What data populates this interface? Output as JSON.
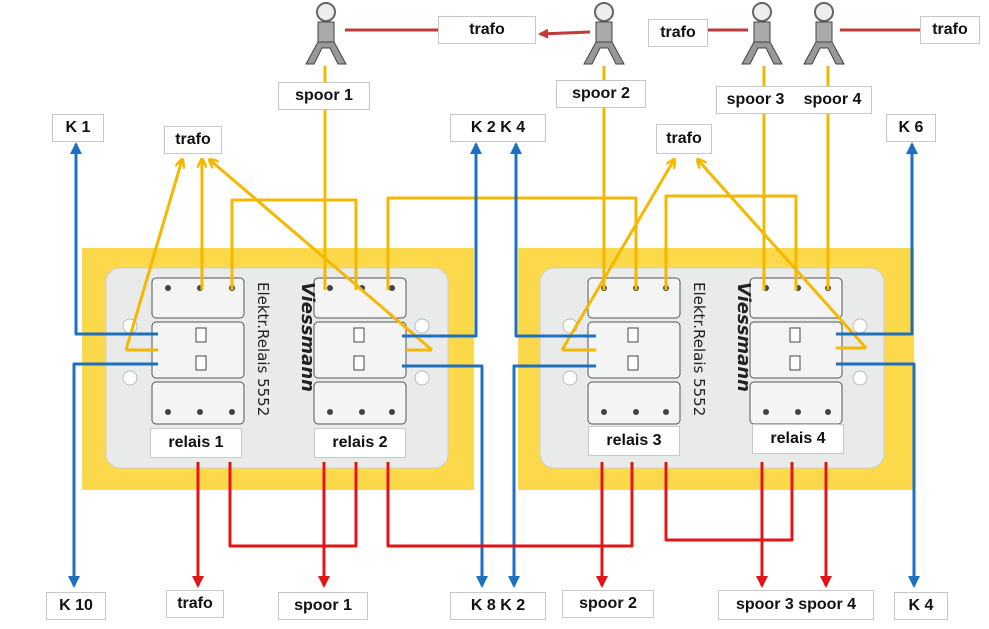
{
  "colors": {
    "yellow_wire": "#f5b800",
    "blue_wire": "#1f6fbf",
    "red_wire": "#e01515",
    "dark_red_wire": "#c03a3a",
    "board_background": "#fbd94a",
    "module_body": "#e9eaea"
  },
  "modules": [
    {
      "brand": "Viessmann",
      "model": "Elektr.Relais 5552",
      "relays": [
        "relais 1",
        "relais 2"
      ]
    },
    {
      "brand": "Viessmann",
      "model": "Elektr.Relais 5552",
      "relays": [
        "relais 3",
        "relais 4"
      ]
    }
  ],
  "labels": {
    "top_trafo_1": "trafo",
    "top_trafo_2": "trafo",
    "top_trafo_3": "trafo",
    "spoor_1_top": "spoor 1",
    "spoor_2_top": "spoor 2",
    "spoor_3_top": "spoor 3",
    "spoor_4_top": "spoor 4",
    "k1": "K  1",
    "k2_k4_top": "K 2   K 4",
    "k6": "K  6",
    "trafo_left": "trafo",
    "trafo_right": "trafo",
    "relais_1": "relais 1",
    "relais_2": "relais 2",
    "relais_3": "relais 3",
    "relais_4": "relais 4",
    "k10": "K  10",
    "trafo_bottom": "trafo",
    "spoor_1_bottom": "spoor 1",
    "k8_k2_bottom": "K  8   K 2",
    "spoor_2_bottom": "spoor 2",
    "spoor_3_4_bottom": "spoor 3   spoor 4",
    "k4_bottom": "K  4"
  },
  "icons": [
    "track-signal-lamp-icon",
    "track-signal-lamp-icon",
    "track-signal-lamp-icon",
    "track-signal-lamp-icon"
  ]
}
